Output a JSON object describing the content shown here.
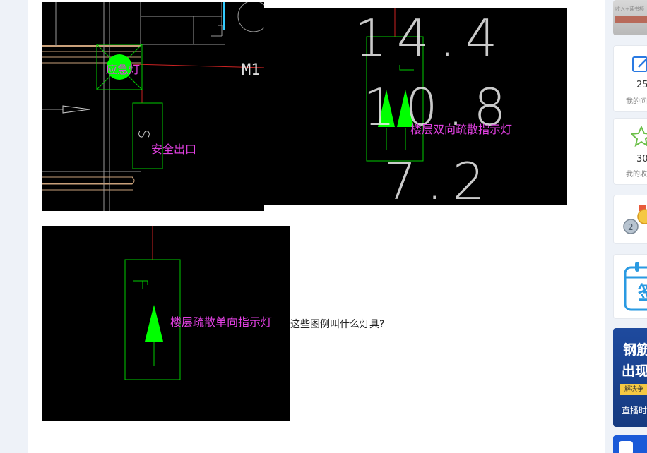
{
  "labels": {
    "emergency_light": "应急灯",
    "exit_sign": "安全出口",
    "dual_evac": "楼层双向疏散指示灯",
    "single_evac": "楼层疏散单向指示灯",
    "cad_m1": "M1",
    "cad_s": "S",
    "cad_dim_a": "14.4",
    "cad_dim_b": "10.8",
    "cad_dim_c": "7.2"
  },
  "question": "这些图例叫什么灯具?",
  "sidebar": {
    "top_banner_text": "收入+读书额",
    "questions_count": "25",
    "questions_label": "我的问",
    "favorites_count": "30",
    "favorites_label": "我的收",
    "checkin_text": "签",
    "promo_line1": "钢筋",
    "promo_line2": "出现",
    "promo_line3": "解决争",
    "promo_line4": "直播时"
  },
  "colors": {
    "cad_bg": "#000000",
    "cad_green": "#00ff00",
    "label_magenta": "#e040e0",
    "accent_blue": "#2a7ae2"
  }
}
